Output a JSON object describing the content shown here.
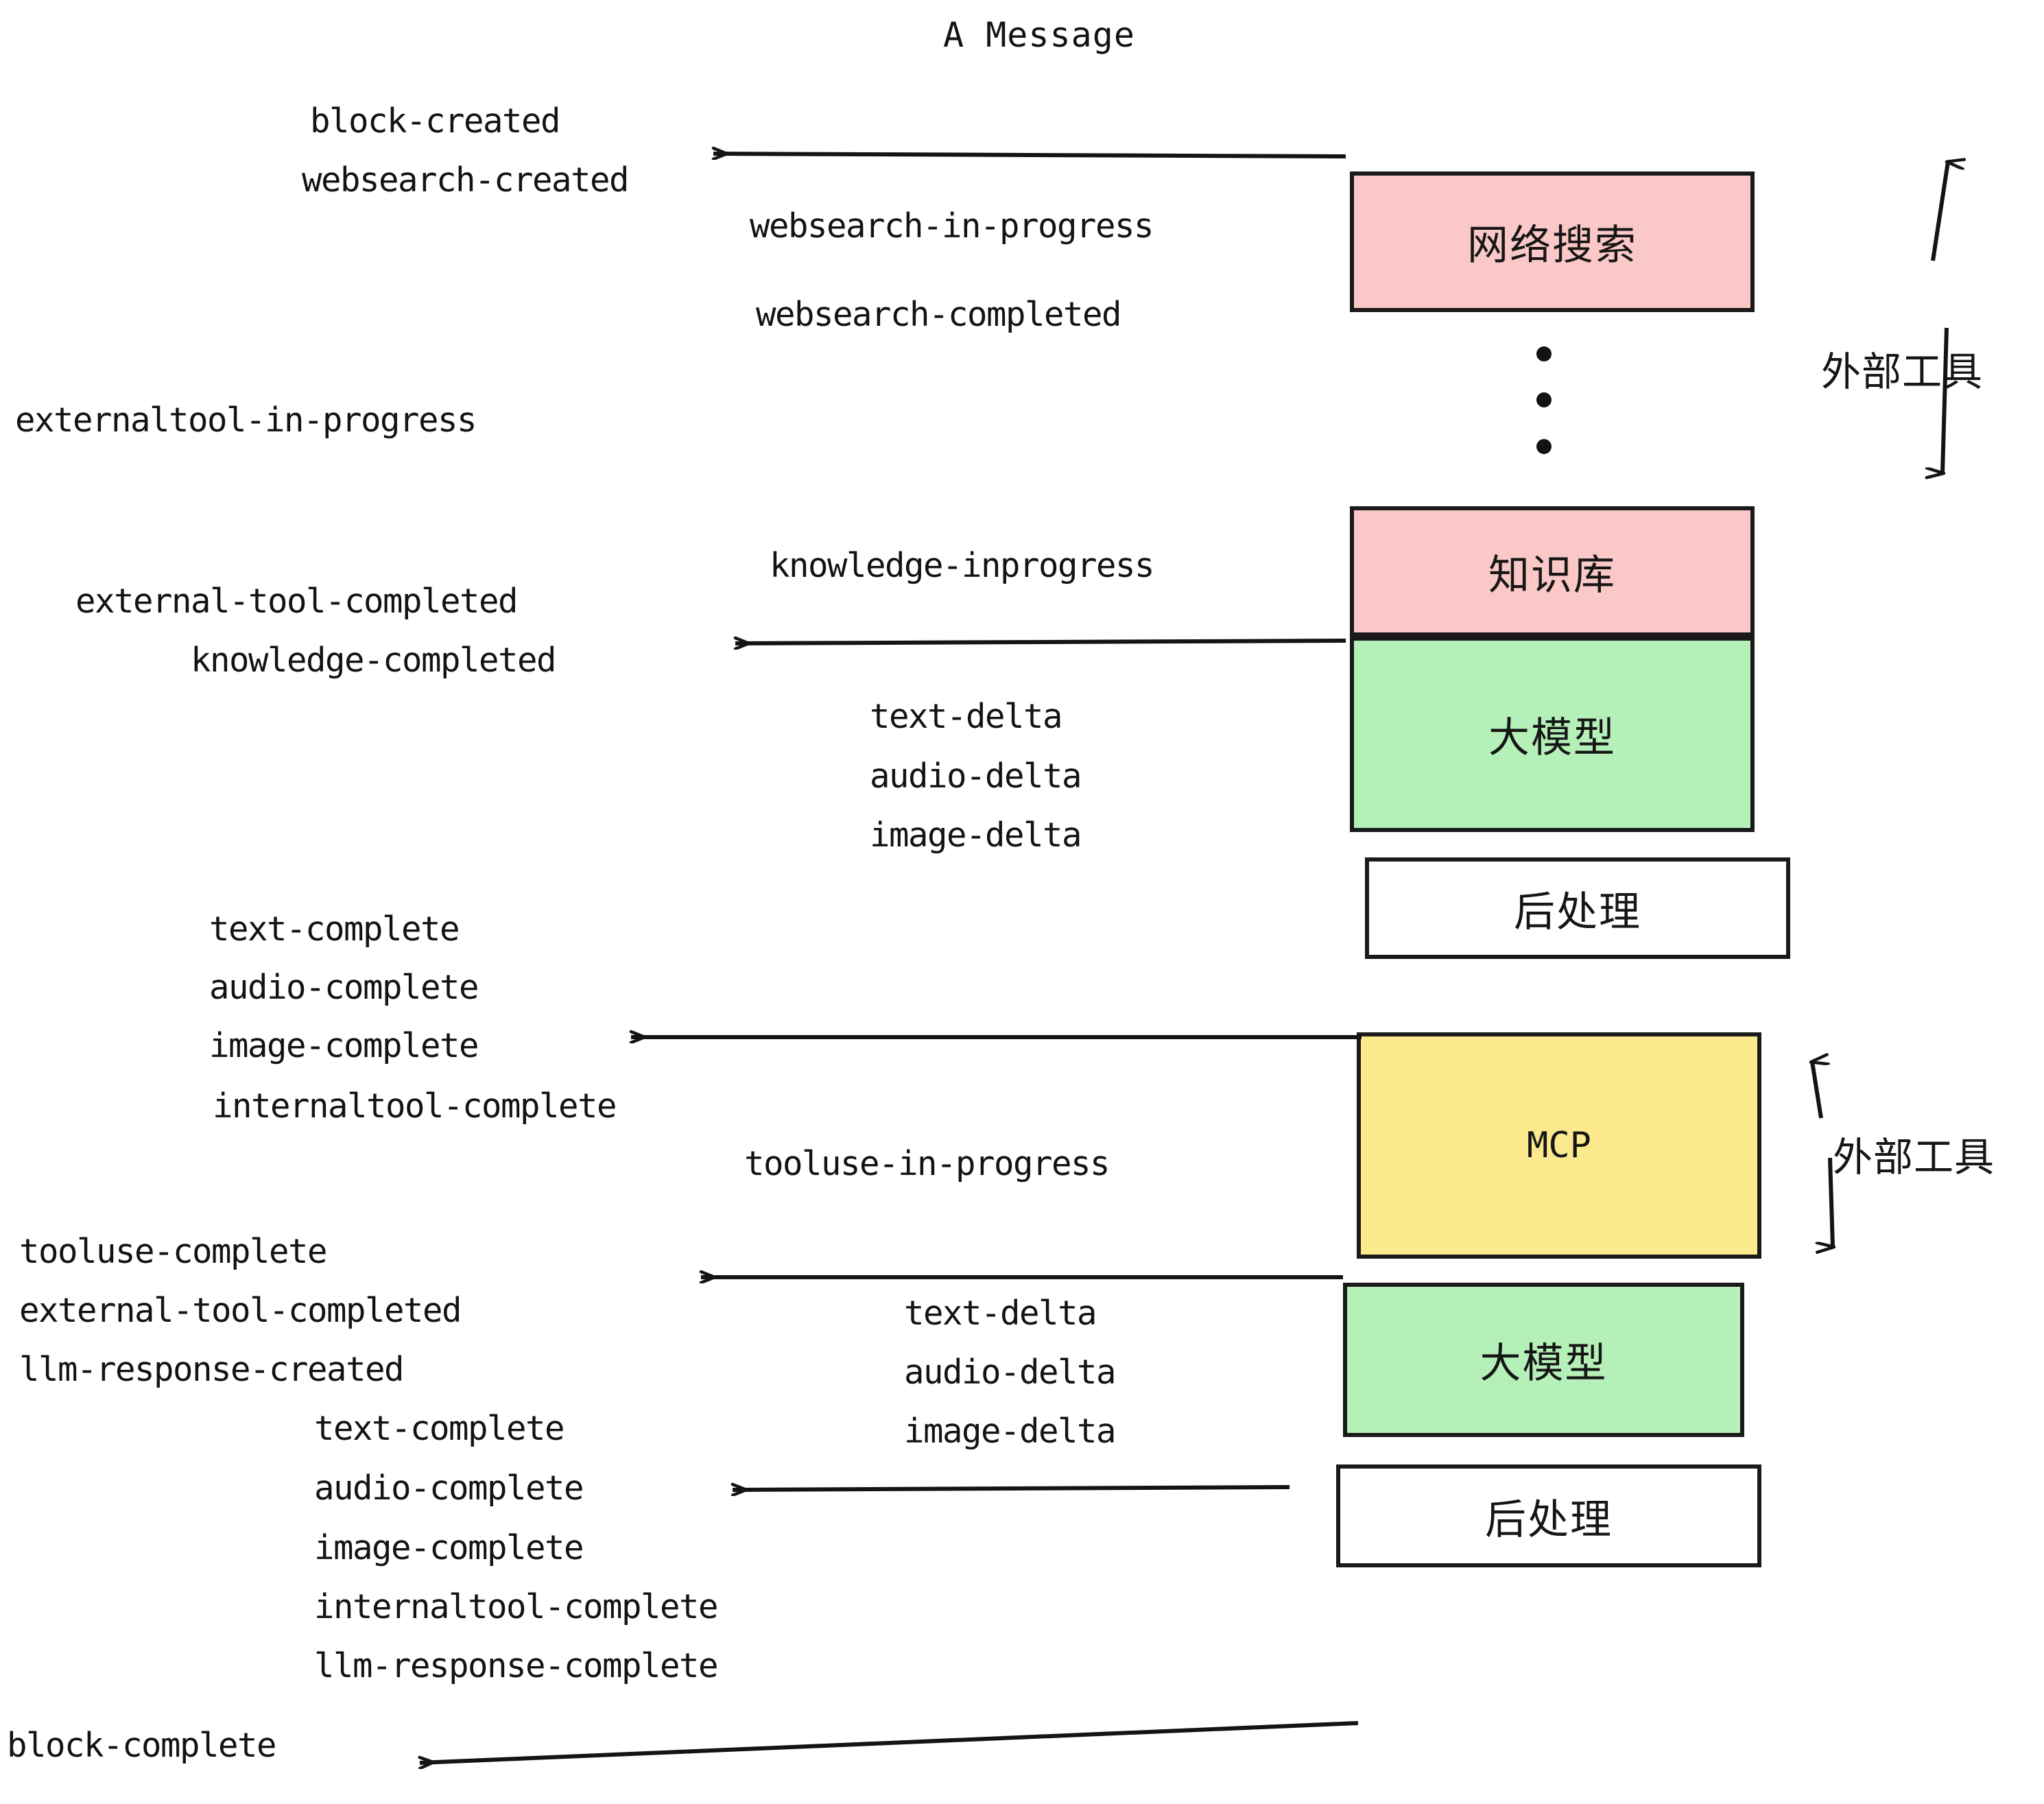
{
  "title": "A Message",
  "colors": {
    "pink": "#FBC8C8",
    "green": "#B6F0B9",
    "yellow": "#FCE98E",
    "white": "#FFFFFF",
    "stroke": "#1a1a1a",
    "text": "#131313"
  },
  "boxes": [
    {
      "id": "websearch",
      "label": "网络搜索",
      "fill": "#FBC8C8"
    },
    {
      "id": "knowledge",
      "label": "知识库",
      "fill": "#FBC8C8"
    },
    {
      "id": "llm-top",
      "label": "大模型",
      "fill": "#B6F0B9"
    },
    {
      "id": "postprocess-top",
      "label": "后处理",
      "fill": "#FFFFFF"
    },
    {
      "id": "mcp",
      "label": "MCP",
      "fill": "#FCE98E"
    },
    {
      "id": "llm-bottom",
      "label": "大模型",
      "fill": "#B6F0B9"
    },
    {
      "id": "postprocess-bottom",
      "label": "后处理",
      "fill": "#FFFFFF"
    }
  ],
  "side_labels": [
    {
      "id": "external-tool-top",
      "label": "外部工具"
    },
    {
      "id": "external-tool-bottom",
      "label": "外部工具"
    }
  ],
  "events": [
    {
      "id": "block-created",
      "text": "block-created"
    },
    {
      "id": "websearch-created",
      "text": "websearch-created"
    },
    {
      "id": "websearch-in-progress",
      "text": "websearch-in-progress"
    },
    {
      "id": "websearch-completed",
      "text": "websearch-completed"
    },
    {
      "id": "externaltool-in-progress",
      "text": "externaltool-in-progress"
    },
    {
      "id": "knowledge-inprogress",
      "text": "knowledge-inprogress"
    },
    {
      "id": "external-tool-completed-1",
      "text": "external-tool-completed"
    },
    {
      "id": "knowledge-completed",
      "text": "knowledge-completed"
    },
    {
      "id": "text-delta-1",
      "text": "text-delta"
    },
    {
      "id": "audio-delta-1",
      "text": "audio-delta"
    },
    {
      "id": "image-delta-1",
      "text": "image-delta"
    },
    {
      "id": "text-complete-1",
      "text": "text-complete"
    },
    {
      "id": "audio-complete-1",
      "text": "audio-complete"
    },
    {
      "id": "image-complete-1",
      "text": "image-complete"
    },
    {
      "id": "internaltool-complete-1",
      "text": "internaltool-complete"
    },
    {
      "id": "tooluse-in-progress",
      "text": "tooluse-in-progress"
    },
    {
      "id": "tooluse-complete",
      "text": "tooluse-complete"
    },
    {
      "id": "external-tool-completed-2",
      "text": "external-tool-completed"
    },
    {
      "id": "llm-response-created",
      "text": "llm-response-created"
    },
    {
      "id": "text-delta-2",
      "text": "text-delta"
    },
    {
      "id": "audio-delta-2",
      "text": "audio-delta"
    },
    {
      "id": "image-delta-2",
      "text": "image-delta"
    },
    {
      "id": "text-complete-2",
      "text": "text-complete"
    },
    {
      "id": "audio-complete-2",
      "text": "audio-complete"
    },
    {
      "id": "image-complete-2",
      "text": "image-complete"
    },
    {
      "id": "internaltool-complete-2",
      "text": "internaltool-complete"
    },
    {
      "id": "llm-response-complete",
      "text": "llm-response-complete"
    },
    {
      "id": "block-complete",
      "text": "block-complete"
    }
  ],
  "ellipsis": {
    "dots": 3,
    "meaning": "more external tools"
  }
}
